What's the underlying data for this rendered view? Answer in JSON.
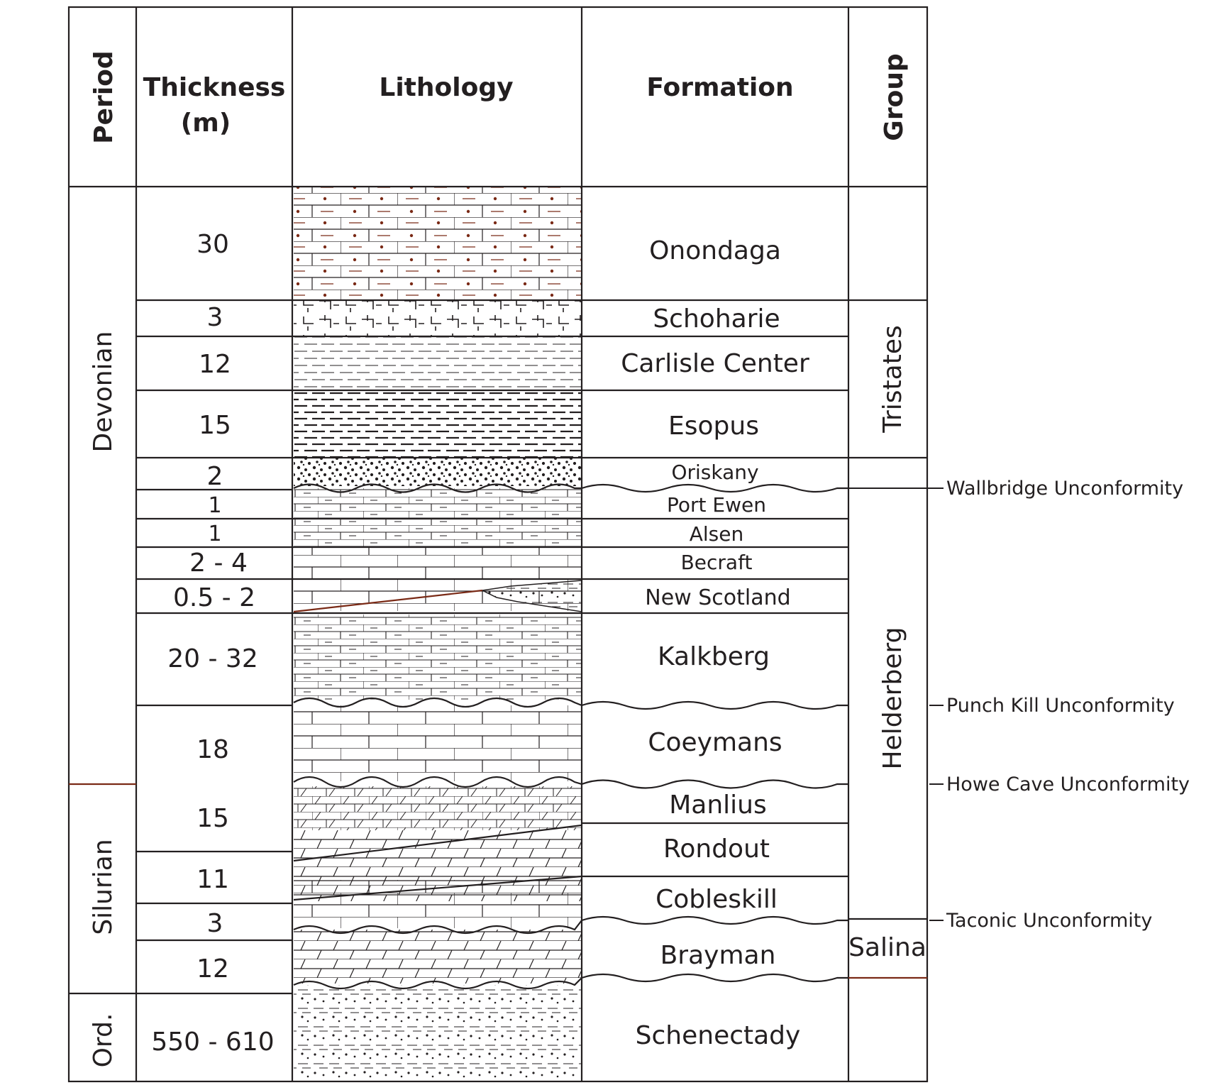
{
  "headers": {
    "period": "Period",
    "thickness_line1": "Thickness",
    "thickness_line2": "(m)",
    "lithology": "Lithology",
    "formation": "Formation",
    "group": "Group"
  },
  "periods": [
    "Devonian",
    "Silurian",
    "Ord."
  ],
  "groups": [
    "Tristates",
    "Helderberg",
    "Salina"
  ],
  "formations": [
    {
      "name": "Onondaga",
      "thickness": "30"
    },
    {
      "name": "Schoharie",
      "thickness": "3"
    },
    {
      "name": "Carlisle Center",
      "thickness": "12"
    },
    {
      "name": "Esopus",
      "thickness": "15"
    },
    {
      "name": "Oriskany",
      "thickness": "2"
    },
    {
      "name": "Port Ewen",
      "thickness": "1"
    },
    {
      "name": "Alsen",
      "thickness": "1"
    },
    {
      "name": "Becraft",
      "thickness": "2 - 4"
    },
    {
      "name": "New Scotland",
      "thickness": "0.5 - 2"
    },
    {
      "name": "Kalkberg",
      "thickness": "20 - 32"
    },
    {
      "name": "Coeymans",
      "thickness": "18"
    },
    {
      "name": "Manlius",
      "thickness": "15"
    },
    {
      "name": "Rondout",
      "thickness": ""
    },
    {
      "name": "Cobleskill",
      "thickness": "11"
    },
    {
      "name": "Brayman",
      "thickness": "3"
    },
    {
      "name": "Schenectady",
      "thickness": "12"
    }
  ],
  "thickness_extra": "550 - 610",
  "unconformities": [
    "Wallbridge Unconformity",
    "Punch Kill Unconformity",
    "Howe Cave Unconformity",
    "Taconic Unconformity"
  ],
  "colors": {
    "line": "#231f20",
    "accent": "#7a2a16"
  }
}
